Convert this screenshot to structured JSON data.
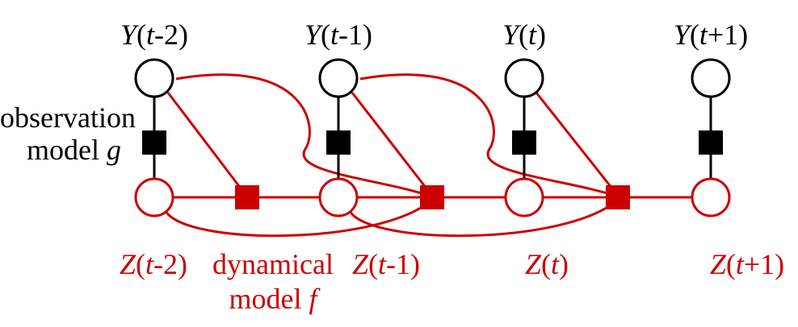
{
  "colors": {
    "observed": "#000000",
    "latent": "#cc0000",
    "background": "#ffffff"
  },
  "observed_labels": [
    {
      "var": "Y",
      "open": "(",
      "t": "t",
      "rest": "-2)"
    },
    {
      "var": "Y",
      "open": "(",
      "t": "t",
      "rest": "-1)"
    },
    {
      "var": "Y",
      "open": "(",
      "t": "t",
      "rest": ")"
    },
    {
      "var": "Y",
      "open": "(",
      "t": "t",
      "rest": "+1)"
    }
  ],
  "latent_labels": [
    {
      "var": "Z",
      "open": "(",
      "t": "t",
      "rest": "-2)"
    },
    {
      "var": "Z",
      "open": "(",
      "t": "t",
      "rest": "-1)"
    },
    {
      "var": "Z",
      "open": "(",
      "t": "t",
      "rest": ")"
    },
    {
      "var": "Z",
      "open": "(",
      "t": "t",
      "rest": "+1)"
    }
  ],
  "observation_model": {
    "line1": "observation",
    "line2": "model ",
    "symbol": "g"
  },
  "dynamical_model": {
    "line1": "dynamical",
    "line2": "model ",
    "symbol": "f"
  }
}
